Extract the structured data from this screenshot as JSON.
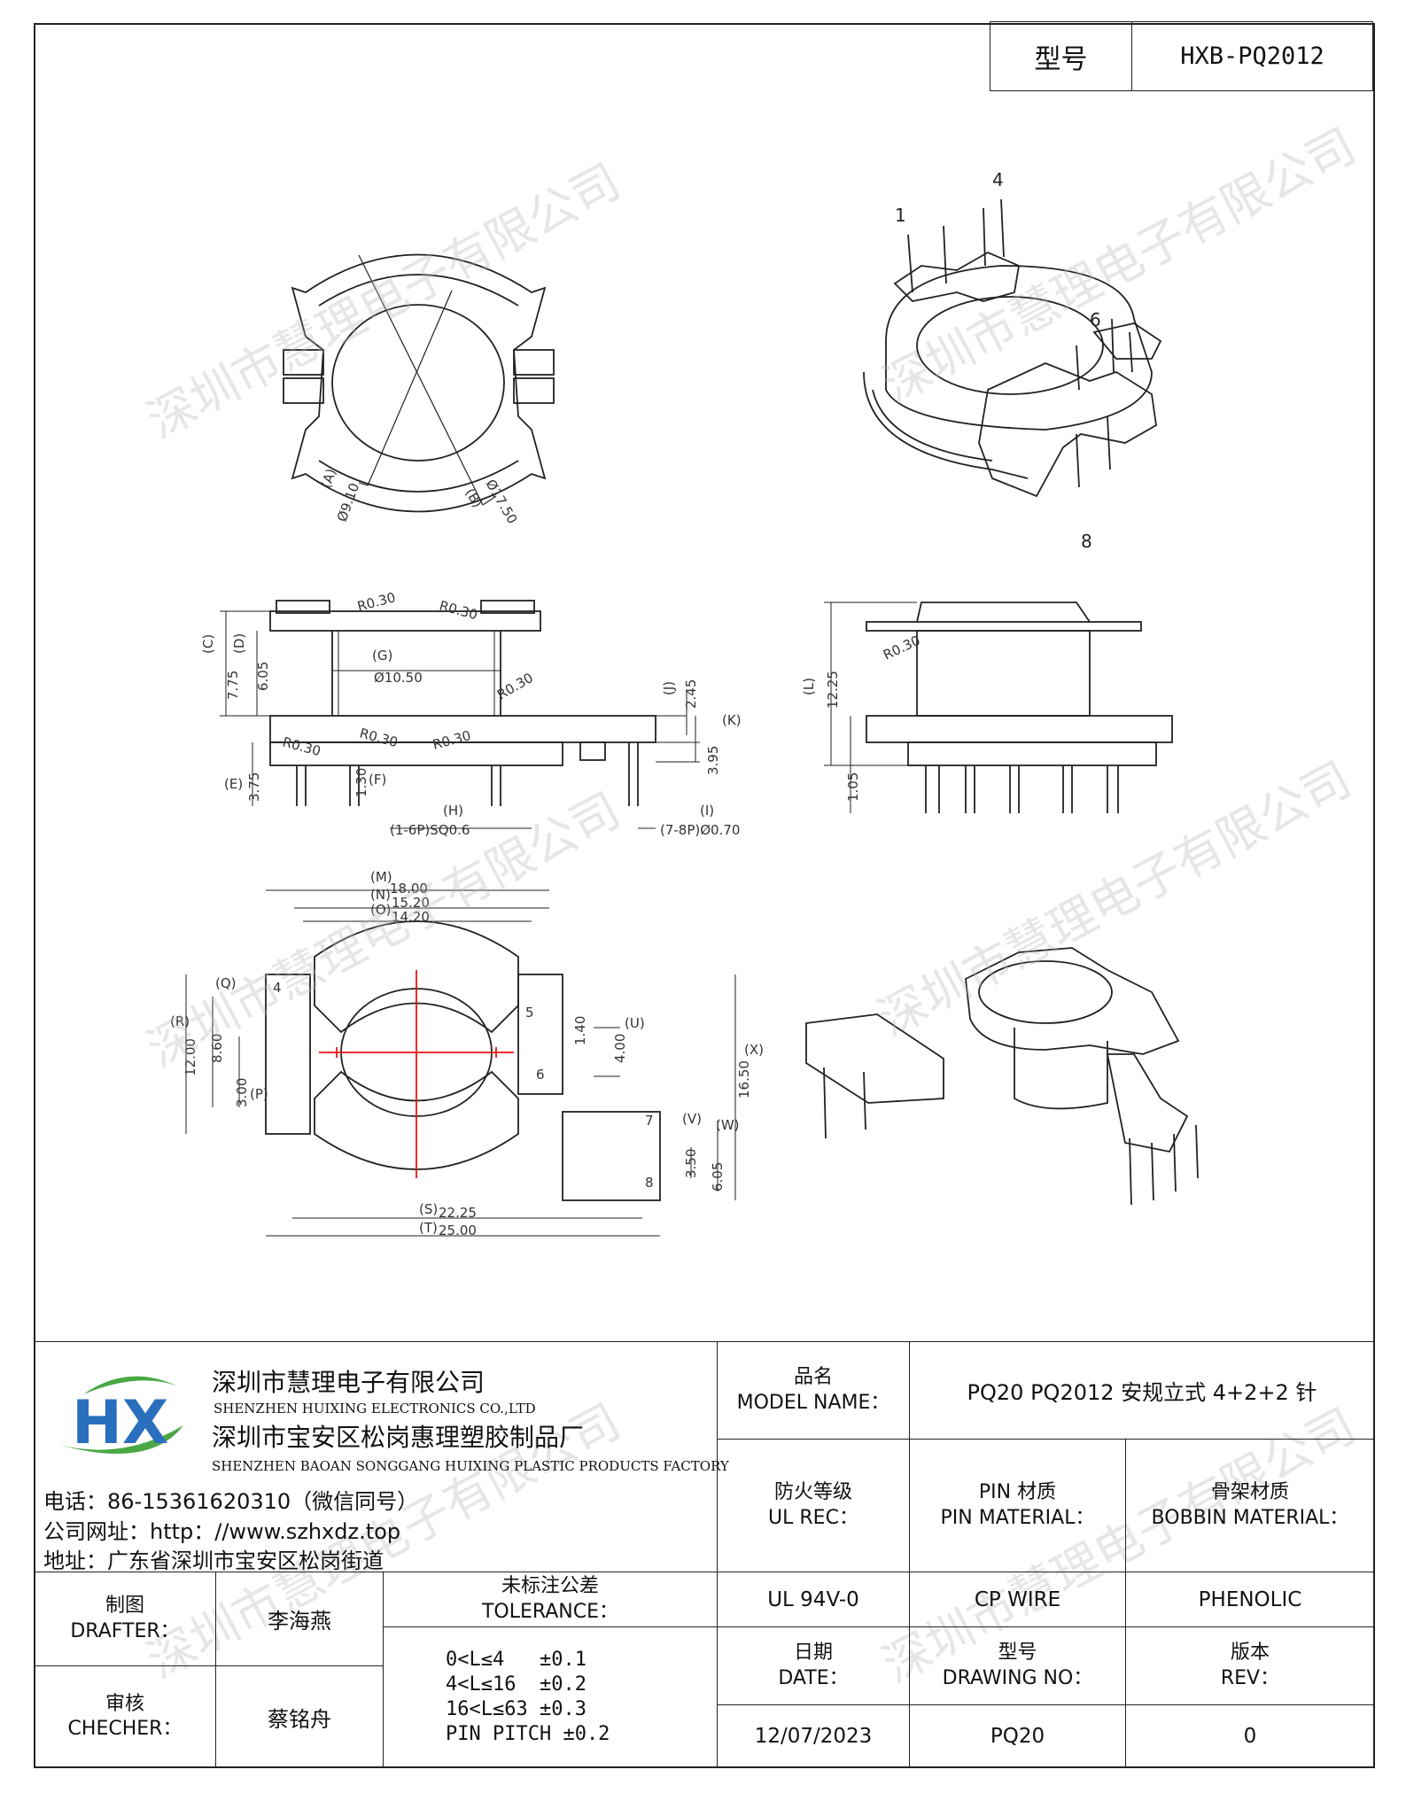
{
  "header": {
    "model_label": "型号",
    "model_value": "HXB-PQ2012"
  },
  "top_view": {
    "dim_a": "Ø9.10",
    "tag_a": "(A)",
    "dim_b": "Ø17.50",
    "tag_b": "(B)"
  },
  "iso_pins": {
    "p1": "1",
    "p4": "4",
    "p6": "6",
    "p8": "8"
  },
  "front_view": {
    "dims": {
      "c": "7.75",
      "c_tag": "(C)",
      "d": "6.05",
      "d_tag": "(D)",
      "g": "Ø10.50",
      "g_tag": "(G)",
      "e": "3.75",
      "e_tag": "(E)",
      "f": "1.30",
      "f_tag": "(F)",
      "j": "2.45",
      "j_tag": "(J)",
      "k": "3.95",
      "k_tag": "(K)",
      "h": "(1-6P)SQ0.6",
      "h_tag": "(H)",
      "i": "(7-8P)Ø0.70",
      "i_tag": "(I)"
    },
    "radii": [
      "R0.30",
      "R0.30",
      "R0.30",
      "R0.30",
      "R0.30",
      "R0.30"
    ]
  },
  "side_view": {
    "l": "12.25",
    "l_tag": "(L)",
    "bottom": "1.05",
    "radius": "R0.30"
  },
  "bottom_view": {
    "m": "18.00",
    "m_tag": "(M)",
    "n": "15.20",
    "n_tag": "(N)",
    "o": "14.20",
    "o_tag": "(O)",
    "q": "(Q)",
    "r": "12.00",
    "r_tag": "(R)",
    "s860": "8.60",
    "p": "3.00",
    "p_tag": "(P)",
    "u": "1.40",
    "u2": "4.00",
    "u_tag": "(U)",
    "x": "16.50",
    "x_tag": "(X)",
    "v": "3.50",
    "v_tag": "(V)",
    "w": "6.05",
    "w_tag": "(W)",
    "s": "22.25",
    "s_tag": "(S)",
    "t": "25.00",
    "t_tag": "(T)",
    "pins": [
      "4",
      "5",
      "6",
      "7",
      "8"
    ]
  },
  "watermark": "深圳市慧理电子有限公司",
  "company": {
    "logo": "HX",
    "name_cn": "深圳市慧理电子有限公司",
    "name_en": "SHENZHEN HUIXING ELECTRONICS CO.,LTD",
    "factory_cn": "深圳市宝安区松岗惠理塑胶制品厂",
    "factory_en": "SHENZHEN BAOAN SONGGANG HUIXING PLASTIC PRODUCTS FACTORY",
    "phone": "电话：86-15361620310（微信同号）",
    "website": "公司网址：http：//www.szhxdz.top",
    "address": "地址：广东省深圳市宝安区松岗街道"
  },
  "title_block": {
    "model_name_cn": "品名",
    "model_name_en": "MODEL NAME：",
    "model_name_value": "PQ20 PQ2012 安规立式 4+2+2 针",
    "ul_cn": "防火等级",
    "ul_en": "UL REC：",
    "pin_cn": "PIN 材质",
    "pin_en": "PIN MATERIAL：",
    "bobbin_cn": "骨架材质",
    "bobbin_en": "BOBBIN MATERIAL：",
    "ul_value": "UL 94V-0",
    "pin_value": "CP WIRE",
    "bobbin_value": "PHENOLIC",
    "drafter_cn": "制图",
    "drafter_en": "DRAFTER：",
    "drafter_name": "李海燕",
    "tolerance_cn": "未标注公差",
    "tolerance_en": "TOLERANCE：",
    "tolerance_lines": [
      "0<L≤4   ±0.1",
      "4<L≤16  ±0.2",
      "16<L≤63 ±0.3",
      "PIN PITCH ±0.2"
    ],
    "checker_cn": "审核",
    "checker_en": "CHECHER：",
    "checker_name": "蔡铭舟",
    "date_cn": "日期",
    "date_en": "DATE：",
    "date_value": "12/07/2023",
    "drawing_cn": "型号",
    "drawing_en": "DRAWING NO：",
    "drawing_value": "PQ20",
    "rev_cn": "版本",
    "rev_en": "REV：",
    "rev_value": "0"
  }
}
